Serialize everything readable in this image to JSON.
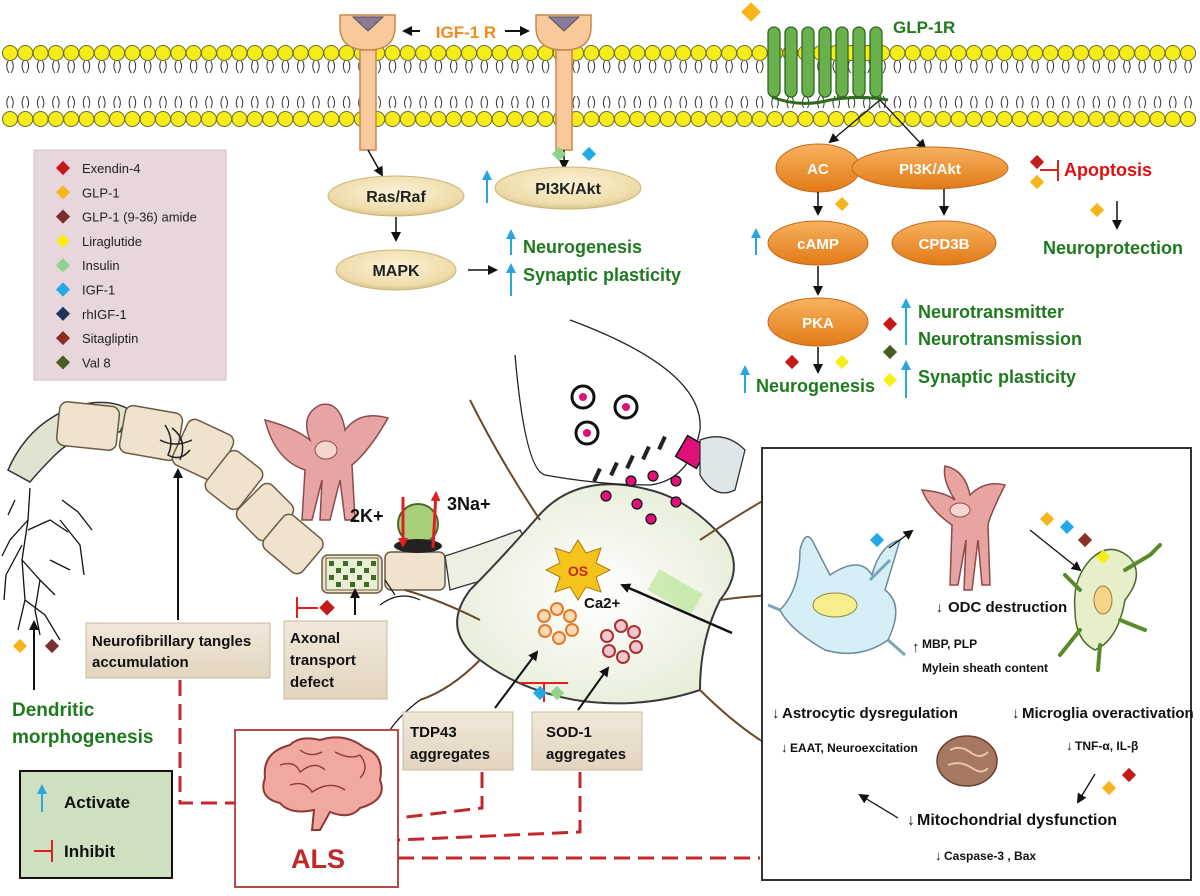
{
  "colors": {
    "activate_arrow": "#29a6dd",
    "inhibit": "#e02020",
    "green_text": "#1f7a1f",
    "red_text": "#e01010",
    "orange_text": "#f08a1c",
    "orange_node": "#ee8a2a",
    "membrane_yellow": "#f5ec1a",
    "dashed_red": "#c0282b",
    "legend_bg": "#e7d6dc",
    "box_bg": "#ece2d3",
    "key_bg": "#cfe0c1",
    "exendin4": "#c41a1a",
    "glp1": "#f6b51d",
    "glp1_936": "#7a2e2e",
    "liraglutide": "#f6ee1a",
    "insulin": "#8fd38d",
    "igf1": "#22a9e6",
    "rhigf1": "#1d3358",
    "sitagliptin": "#8b2e24",
    "val8": "#4a5e22"
  },
  "labels": {
    "igf1r": "IGF-1 R",
    "glp1r": "GLP-1R",
    "ras_raf": "Ras/Raf",
    "mapk": "MAPK",
    "pi3k_left": "PI3K/Akt",
    "ac": "AC",
    "pi3k_right": "PI3K/Akt",
    "camp": "cAMP",
    "cpd3b": "CPD3B",
    "pka": "PKA",
    "apoptosis": "Apoptosis",
    "neuroprotection": "Neuroprotection",
    "neurogenesis_top": "Neurogenesis",
    "synaptic_top": "Synaptic plasticity",
    "neurotransmitter": "Neurotransmitter",
    "neurotransmission": "Neurotransmission",
    "neurogenesis_right": "Neurogenesis",
    "synaptic_right": "Synaptic plasticity",
    "k_ion": "2K+",
    "na_ion": "3Na+",
    "os": "OS",
    "ca": "Ca2+",
    "dendritic1": "Dendritic",
    "dendritic2": "morphogenesis",
    "nft1": "Neurofibrillary tangles",
    "nft2": "accumulation",
    "axonal1": "Axonal",
    "axonal2": "transport",
    "axonal3": "defect",
    "tdp1": "TDP43",
    "tdp2": "aggregates",
    "sod1": "SOD-1",
    "sod2": "aggregates",
    "als": "ALS",
    "key_activate": "Activate",
    "key_inhibit": "Inhibit"
  },
  "legend": [
    {
      "label": "Exendin-4",
      "color": "#c41a1a"
    },
    {
      "label": "GLP-1",
      "color": "#f6b51d"
    },
    {
      "label": "GLP-1 (9-36) amide",
      "color": "#7a2e2e"
    },
    {
      "label": "Liraglutide",
      "color": "#f6ee1a"
    },
    {
      "label": "Insulin",
      "color": "#8fd38d"
    },
    {
      "label": "IGF-1",
      "color": "#22a9e6"
    },
    {
      "label": "rhIGF-1",
      "color": "#1d3358"
    },
    {
      "label": "Sitagliptin",
      "color": "#8b2e24"
    },
    {
      "label": "Val 8",
      "color": "#4a5e22"
    }
  ],
  "inset": {
    "odc": "ODC destruction",
    "mbp": "MBP, PLP",
    "myelin": "Mylein sheath content",
    "astro": "Astrocytic dysregulation",
    "eaat": "EAAT, Neuroexcitation",
    "microglia": "Microglia overactivation",
    "tnf": "TNF-α, IL-β",
    "mito": "Mitochondrial dysfunction",
    "caspase": "Caspase-3 , Bax"
  }
}
